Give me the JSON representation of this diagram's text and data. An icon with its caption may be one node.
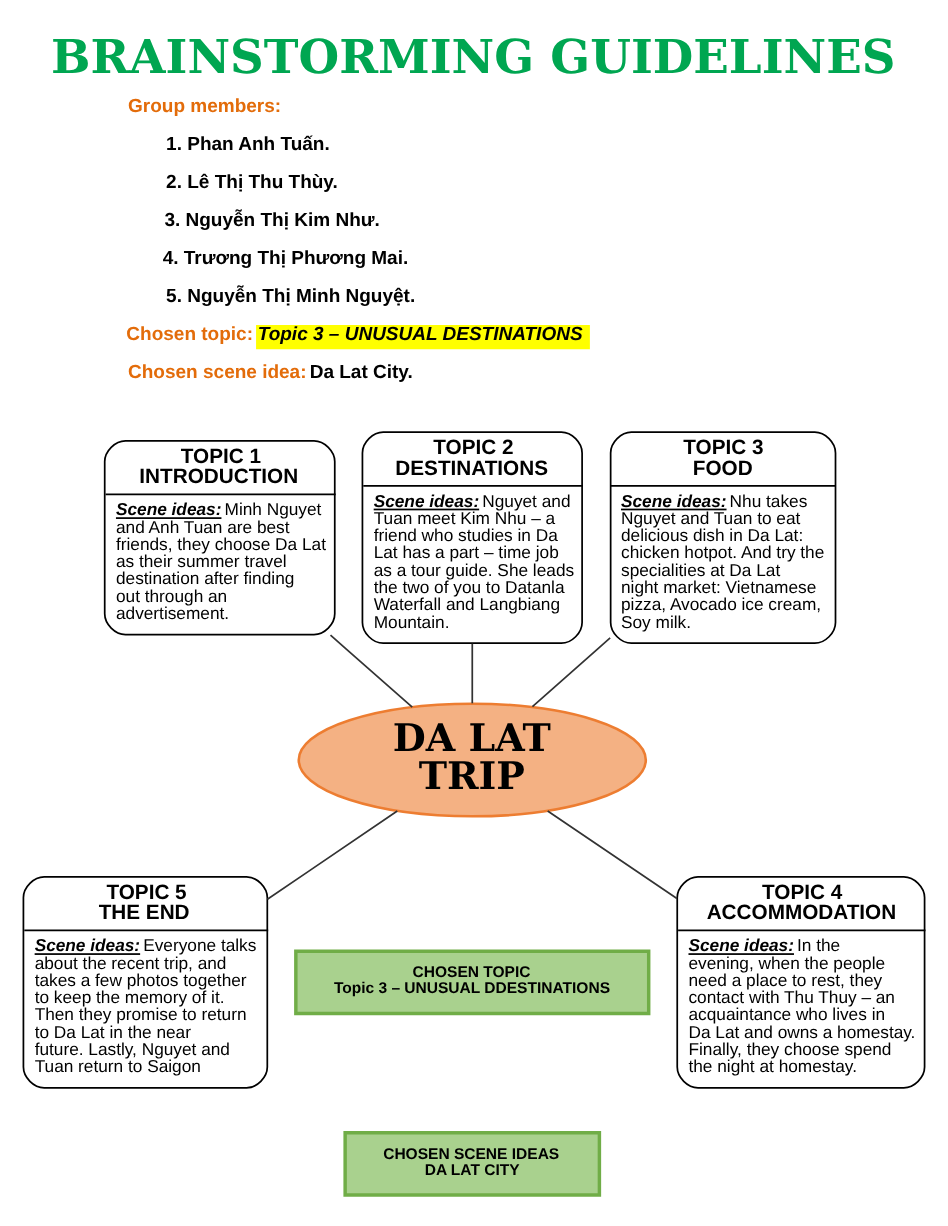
{
  "diagram": {
    "title": "BRAINSTORMING GUIDELINES",
    "nodes": [
      {
        "text": [
          "TOPIC 2 DESTINATIONS",
          "Scene ideas:",
          "Nguyet and Tuan meet Kim Nhu – a friend who studies in Da Lat has a part – time job as a tour guide. She leads the two of you to Datanla Waterfall and Langbiang Mountain."
        ]
      },
      {
        "text": [
          "TOPIC 1 INTRODUCTION",
          "Scene ideas:",
          "Minh Nguyet and Anh Tuan are best friends, they choose Da Lat as their summer travel destination after finding out through an advertisement."
        ]
      },
      {
        "text": [
          "TOPIC 3 FOOD",
          "Scene ideas:",
          "Nhu takes Nguyet and Tuan to eat delicious dish in Da Lat: chicken hotpot. And try the specialities at Da Lat night market: Vietnamese pizza, Avocado ice cream, Soy milk."
        ]
      },
      {
        "text": [
          "DA LAT TRIP"
        ]
      },
      {
        "text": [
          "TOPIC 5 THE END",
          "Scene ideas:",
          "Everyone talks about the recent trip, and takes a few photos together to keep the memory of it. Then they promise to return to Da Lat in the near future. Lastly, Nguyet and Tuan return to Saigon"
        ]
      },
      {
        "text": [
          "TOPIC 4 ACCOMMODATION",
          "Scene ideas:",
          "In the evening, when the people need a place to rest, they contact with Thu Thuy – an acquaintance who lives in Da Lat and owns a homestay. Finally, they choose spend the night at homestay."
        ]
      },
      {
        "text": [
          "CHOSEN TOPIC",
          "Topic 3 – UNUSUAL DDESTINATIONS"
        ]
      },
      {
        "text": [
          "CHOSEN SCENE IDEAS",
          "DA LAT CITY"
        ]
      }
    ],
    "edges": [
      {
        "from": 1,
        "to": 3,
        "arrow": "none"
      },
      {
        "from": 0,
        "to": 3,
        "arrow": "none"
      },
      {
        "from": 2,
        "to": 3,
        "arrow": "none"
      },
      {
        "from": 3,
        "to": 4,
        "arrow": "none"
      },
      {
        "from": 3,
        "to": 5,
        "arrow": "none"
      }
    ],
    "labels": [
      "Group members:",
      "1. Phan Anh Tuấn.",
      "2. Lê Thị Thu Thùy.",
      "3. Nguyễn Thị Kim Như.",
      "4. Trương Thị Phương Mai.",
      "5. Nguyễn Thị Minh Nguyệt.",
      "Chosen topic:",
      "Topic 3 – UNUSUAL DESTINATIONS",
      "Chosen scene idea:",
      "Da Lat City."
    ]
  }
}
